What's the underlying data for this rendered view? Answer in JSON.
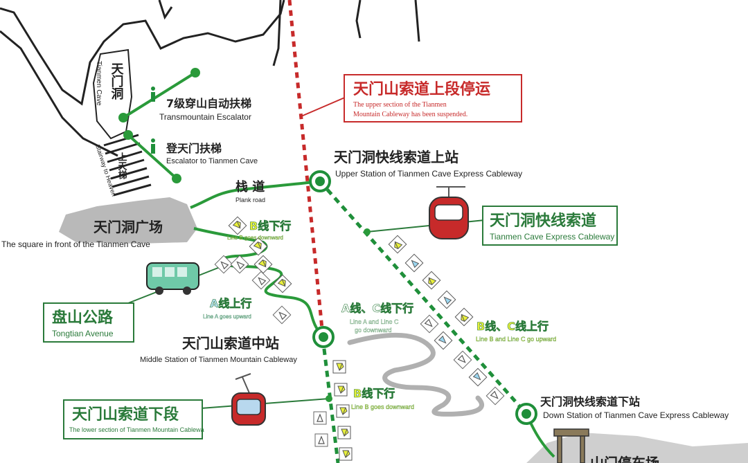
{
  "colors": {
    "express_cableway": "#1f8f3a",
    "suspended_cableway": "#c72a2a",
    "footpath": "#2a9a3a",
    "arrow_yellow": "#e8f03a",
    "arrow_blue": "#9ad6f0",
    "rock": "#b9b9b9"
  },
  "labels": {
    "suspended_cn": "天门山索道上段停运",
    "suspended_en_1": "The upper section of the Tianmen",
    "suspended_en_2": "Mountain Cableway has been suspended.",
    "upper_station_cn": "天门洞快线索道上站",
    "upper_station_en": "Upper Station of Tianmen Cave Express Cableway",
    "express_cn": "天门洞快线索道",
    "express_en": "Tianmen Cave Express Cableway",
    "escalator7_cn": "7级穿山自动扶梯",
    "escalator7_en": "Transmountain Escalator",
    "escalator_cave_cn": "登天门扶梯",
    "escalator_cave_en": "Escalator to Tianmen Cave",
    "cave_cn": "天门洞",
    "cave_en": "Tianmen Cave",
    "stairway_cn": "上天梯",
    "stairway_en": "Stairway to Heaven",
    "plank_cn": "栈 道",
    "plank_en": "Plank road",
    "square_cn": "天门洞广场",
    "square_en": "The square in front of the Tianmen Cave",
    "line_b_down_cn": "B线下行",
    "line_b_down_en": "Line B goes downward",
    "line_a_up_cn": "A线上行",
    "line_a_up_en": "Line A goes upward",
    "panshan_cn": "盘山公路",
    "panshan_en": "Tongtian Avenue",
    "line_ac_down_cn": "A线、C线下行",
    "line_ac_down_en_1": "Line A and Line C",
    "line_ac_down_en_2": "go downward",
    "line_bc_up_cn": "B线、C线上行",
    "line_bc_up_en": "Line B and Line C go upward",
    "middle_station_cn": "天门山索道中站",
    "middle_station_en": "Middle Station of Tianmen Mountain Cableway",
    "lower_section_cn": "天门山索道下段",
    "lower_section_en": "The lower section of Tianmen Mountain Cablewa",
    "line_b_down2_cn": "B线下行",
    "line_b_down2_en": "Line B goes downward",
    "down_station_cn": "天门洞快线索道下站",
    "down_station_en": "Down Station of Tianmen Cave Express Cableway",
    "bottom_cut_cn": "山门停车场"
  }
}
